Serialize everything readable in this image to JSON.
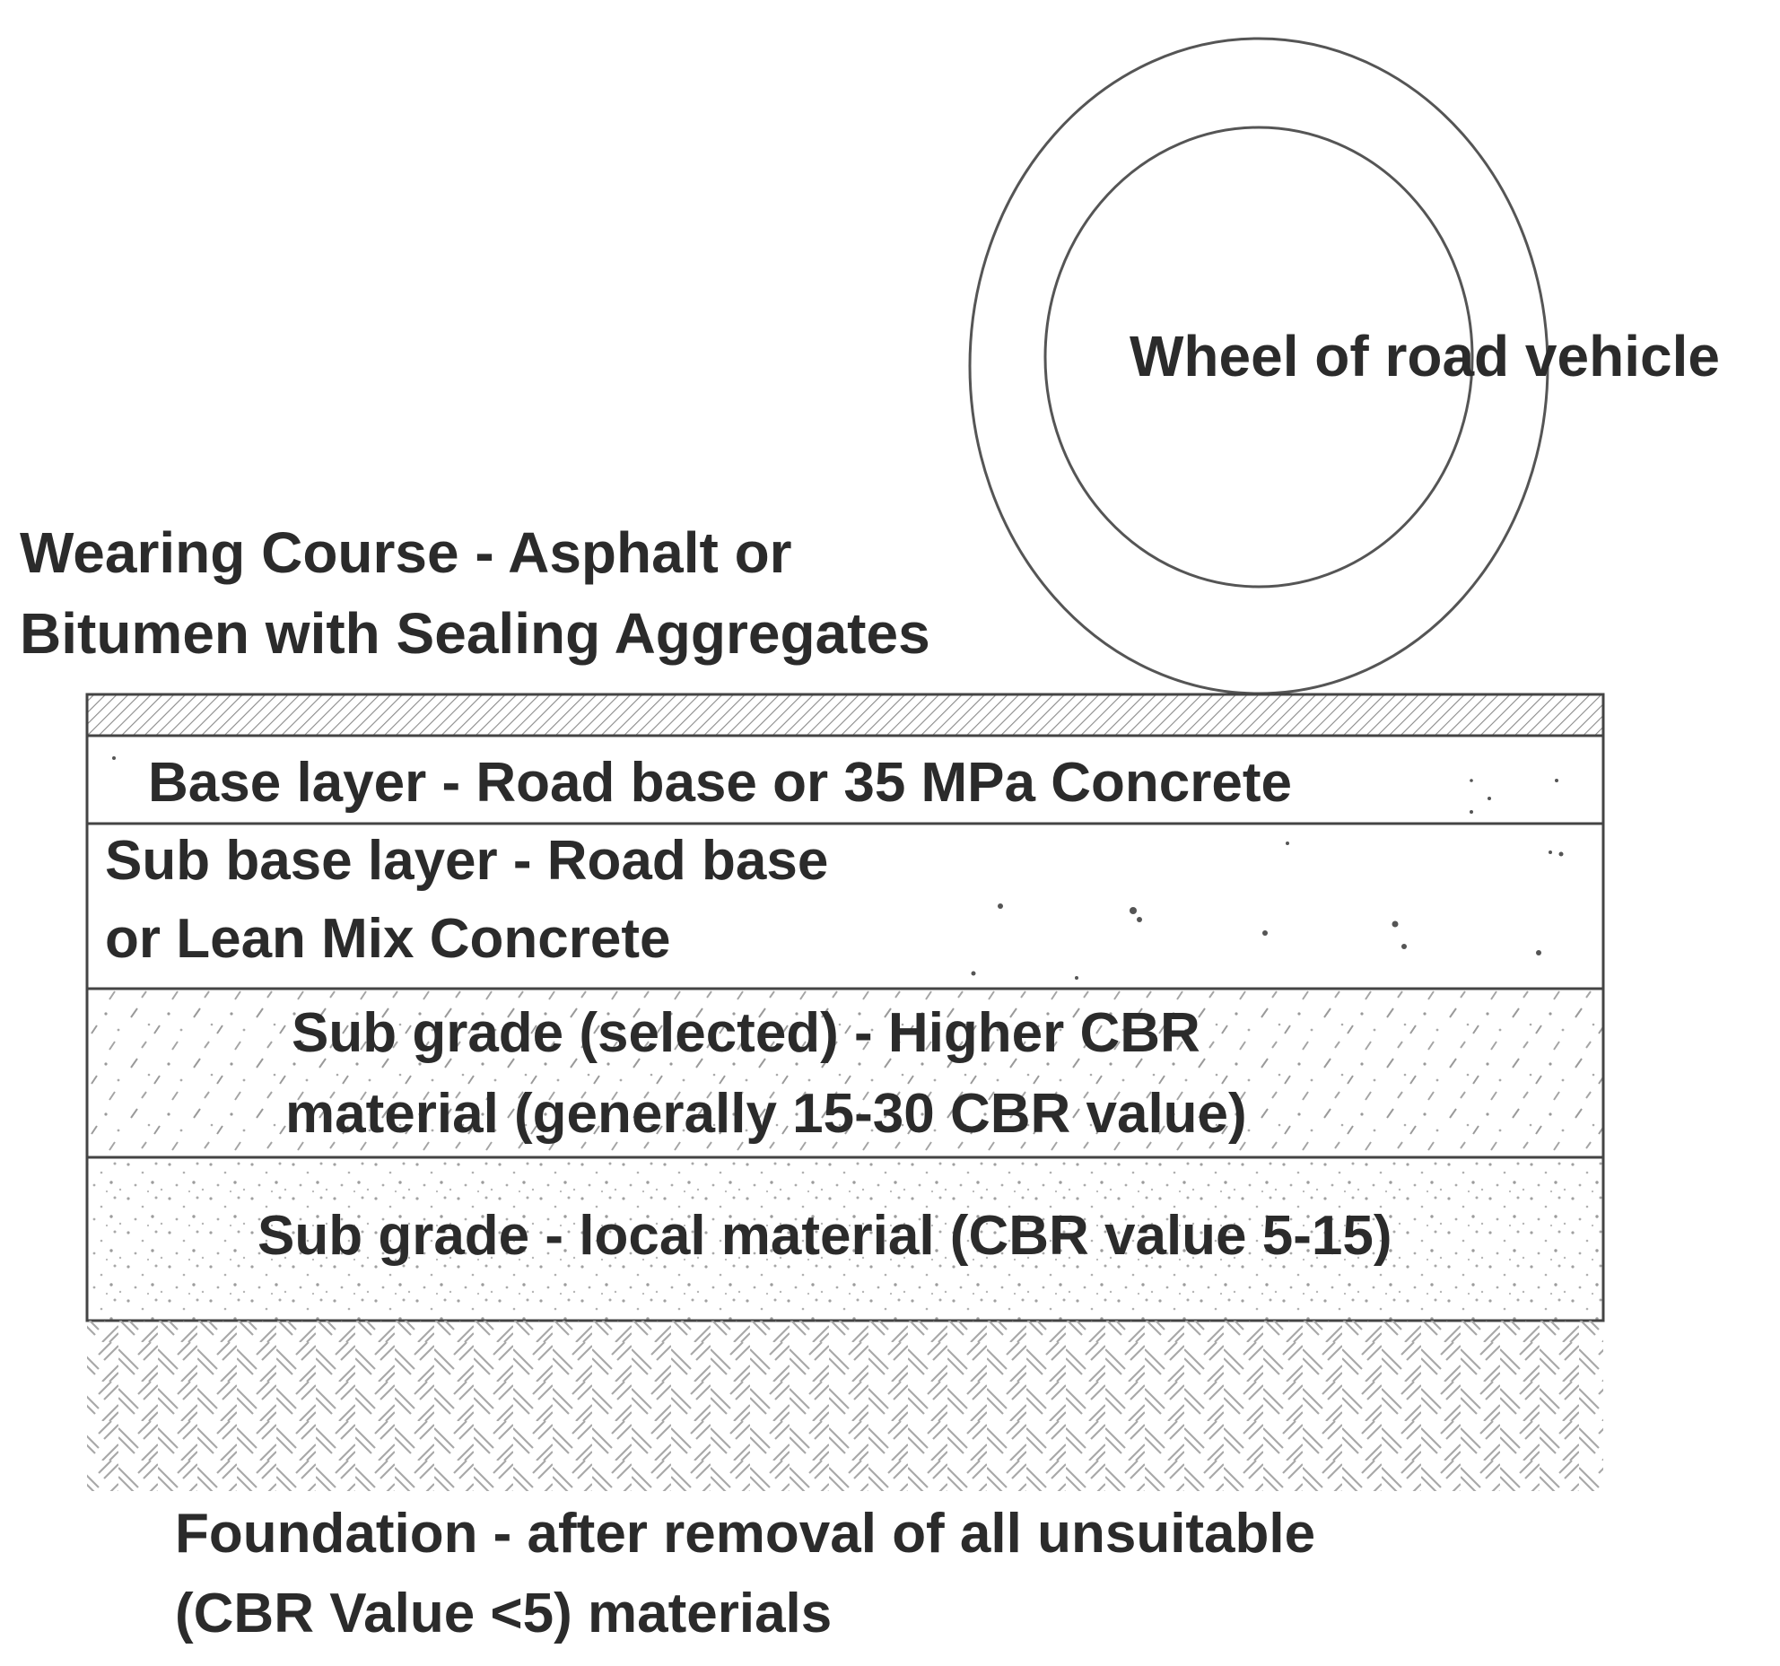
{
  "wheel": {
    "label": "Wheel of road vehicle"
  },
  "wearing_course": {
    "line1": "Wearing Course  - Asphalt or",
    "line2": "Bitumen with Sealing Aggregates"
  },
  "base_layer": {
    "label": "Base layer - Road  base or 35  MPa Concrete"
  },
  "sub_base_layer": {
    "line1": "Sub base layer - Road  base",
    "line2": "or Lean Mix Concrete"
  },
  "sub_grade_selected": {
    "line1": "Sub  grade (selected) - Higher CBR",
    "line2": "material (generally 15-30 CBR value)"
  },
  "sub_grade_local": {
    "label": "Sub  grade - local material (CBR value 5-15)"
  },
  "foundation": {
    "line1": "Foundation - after removal of all unsuitable",
    "line2": "(CBR Value <5) materials"
  },
  "colors": {
    "line": "#444444",
    "text": "#2b2b2b",
    "hatch": "#8a8a8a",
    "background": "#ffffff"
  }
}
